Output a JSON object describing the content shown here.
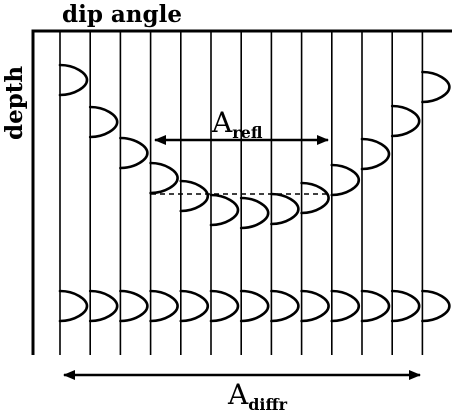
{
  "labels": {
    "top_axis": "dip angle",
    "left_axis": "depth",
    "refl_main": "A",
    "refl_sub": "refl",
    "diffr_main": "A",
    "diffr_sub": "diffr"
  },
  "traces": {
    "count": 13,
    "reflection_wavelet_order": [
      1,
      2,
      3,
      4,
      5,
      6,
      7,
      8,
      9,
      10,
      11,
      12,
      13
    ],
    "diffraction_row": "all traces"
  }
}
